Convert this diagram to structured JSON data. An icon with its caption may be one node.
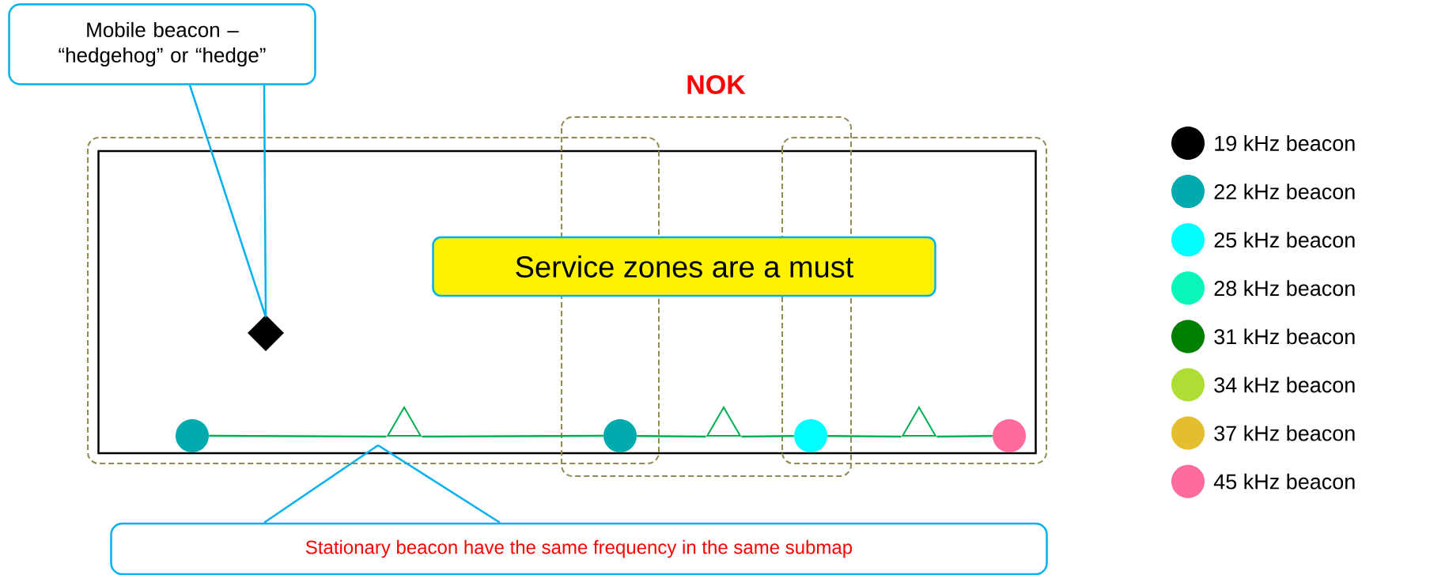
{
  "diagram": {
    "nodes": [
      {
        "text": [
          "Mobile beacon – “hedgehog” or “hedge”"
        ]
      },
      {
        "text": [],
        "shape": "box"
      },
      {
        "text": [
          "Service zones are a must"
        ],
        "in": 1
      },
      {
        "text": [],
        "shape": "diamond",
        "in": 1
      },
      {
        "text": [],
        "shape": "circle",
        "in": 1
      },
      {
        "text": [],
        "shape": "triangle",
        "in": 1
      },
      {
        "text": [],
        "shape": "circle",
        "in": 1
      },
      {
        "text": [],
        "shape": "triangle",
        "in": 1
      },
      {
        "text": [],
        "shape": "circle",
        "in": 1
      },
      {
        "text": [],
        "shape": "triangle",
        "in": 1
      },
      {
        "text": [],
        "shape": "circle",
        "in": 1
      },
      {
        "text": [
          "Stationary beacon have the same frequency in the same submap"
        ]
      }
    ],
    "edges": [
      {
        "from": 0,
        "to": 3,
        "arrow": "none",
        "color": "#00b0f0"
      },
      {
        "from": 4,
        "to": 5,
        "arrow": "none"
      },
      {
        "from": 5,
        "to": 6,
        "arrow": "none"
      },
      {
        "from": 6,
        "to": 7,
        "arrow": "none"
      },
      {
        "from": 7,
        "to": 8,
        "arrow": "none"
      },
      {
        "from": 8,
        "to": 9,
        "arrow": "none"
      },
      {
        "from": 9,
        "to": 10,
        "arrow": "none"
      },
      {
        "from": 11,
        "to": null,
        "arrow": "none",
        "color": "#00b0f0"
      }
    ],
    "labels": [
      "NOK"
    ],
    "legend": [
      {
        "text": "19 kHz beacon",
        "color": "#000000"
      },
      {
        "text": "22 kHz beacon",
        "color": "#00aaad"
      },
      {
        "text": "25 kHz beacon",
        "color": "#00ffff"
      },
      {
        "text": "28 kHz beacon",
        "color": "#0af5b9"
      },
      {
        "text": "31 kHz beacon",
        "color": "#008000"
      },
      {
        "text": "34 kHz beacon",
        "color": "#aedd33"
      },
      {
        "text": "37 kHz beacon",
        "color": "#e3bf2f"
      },
      {
        "text": "45 kHz beacon",
        "color": "#ff6b9a"
      }
    ]
  }
}
